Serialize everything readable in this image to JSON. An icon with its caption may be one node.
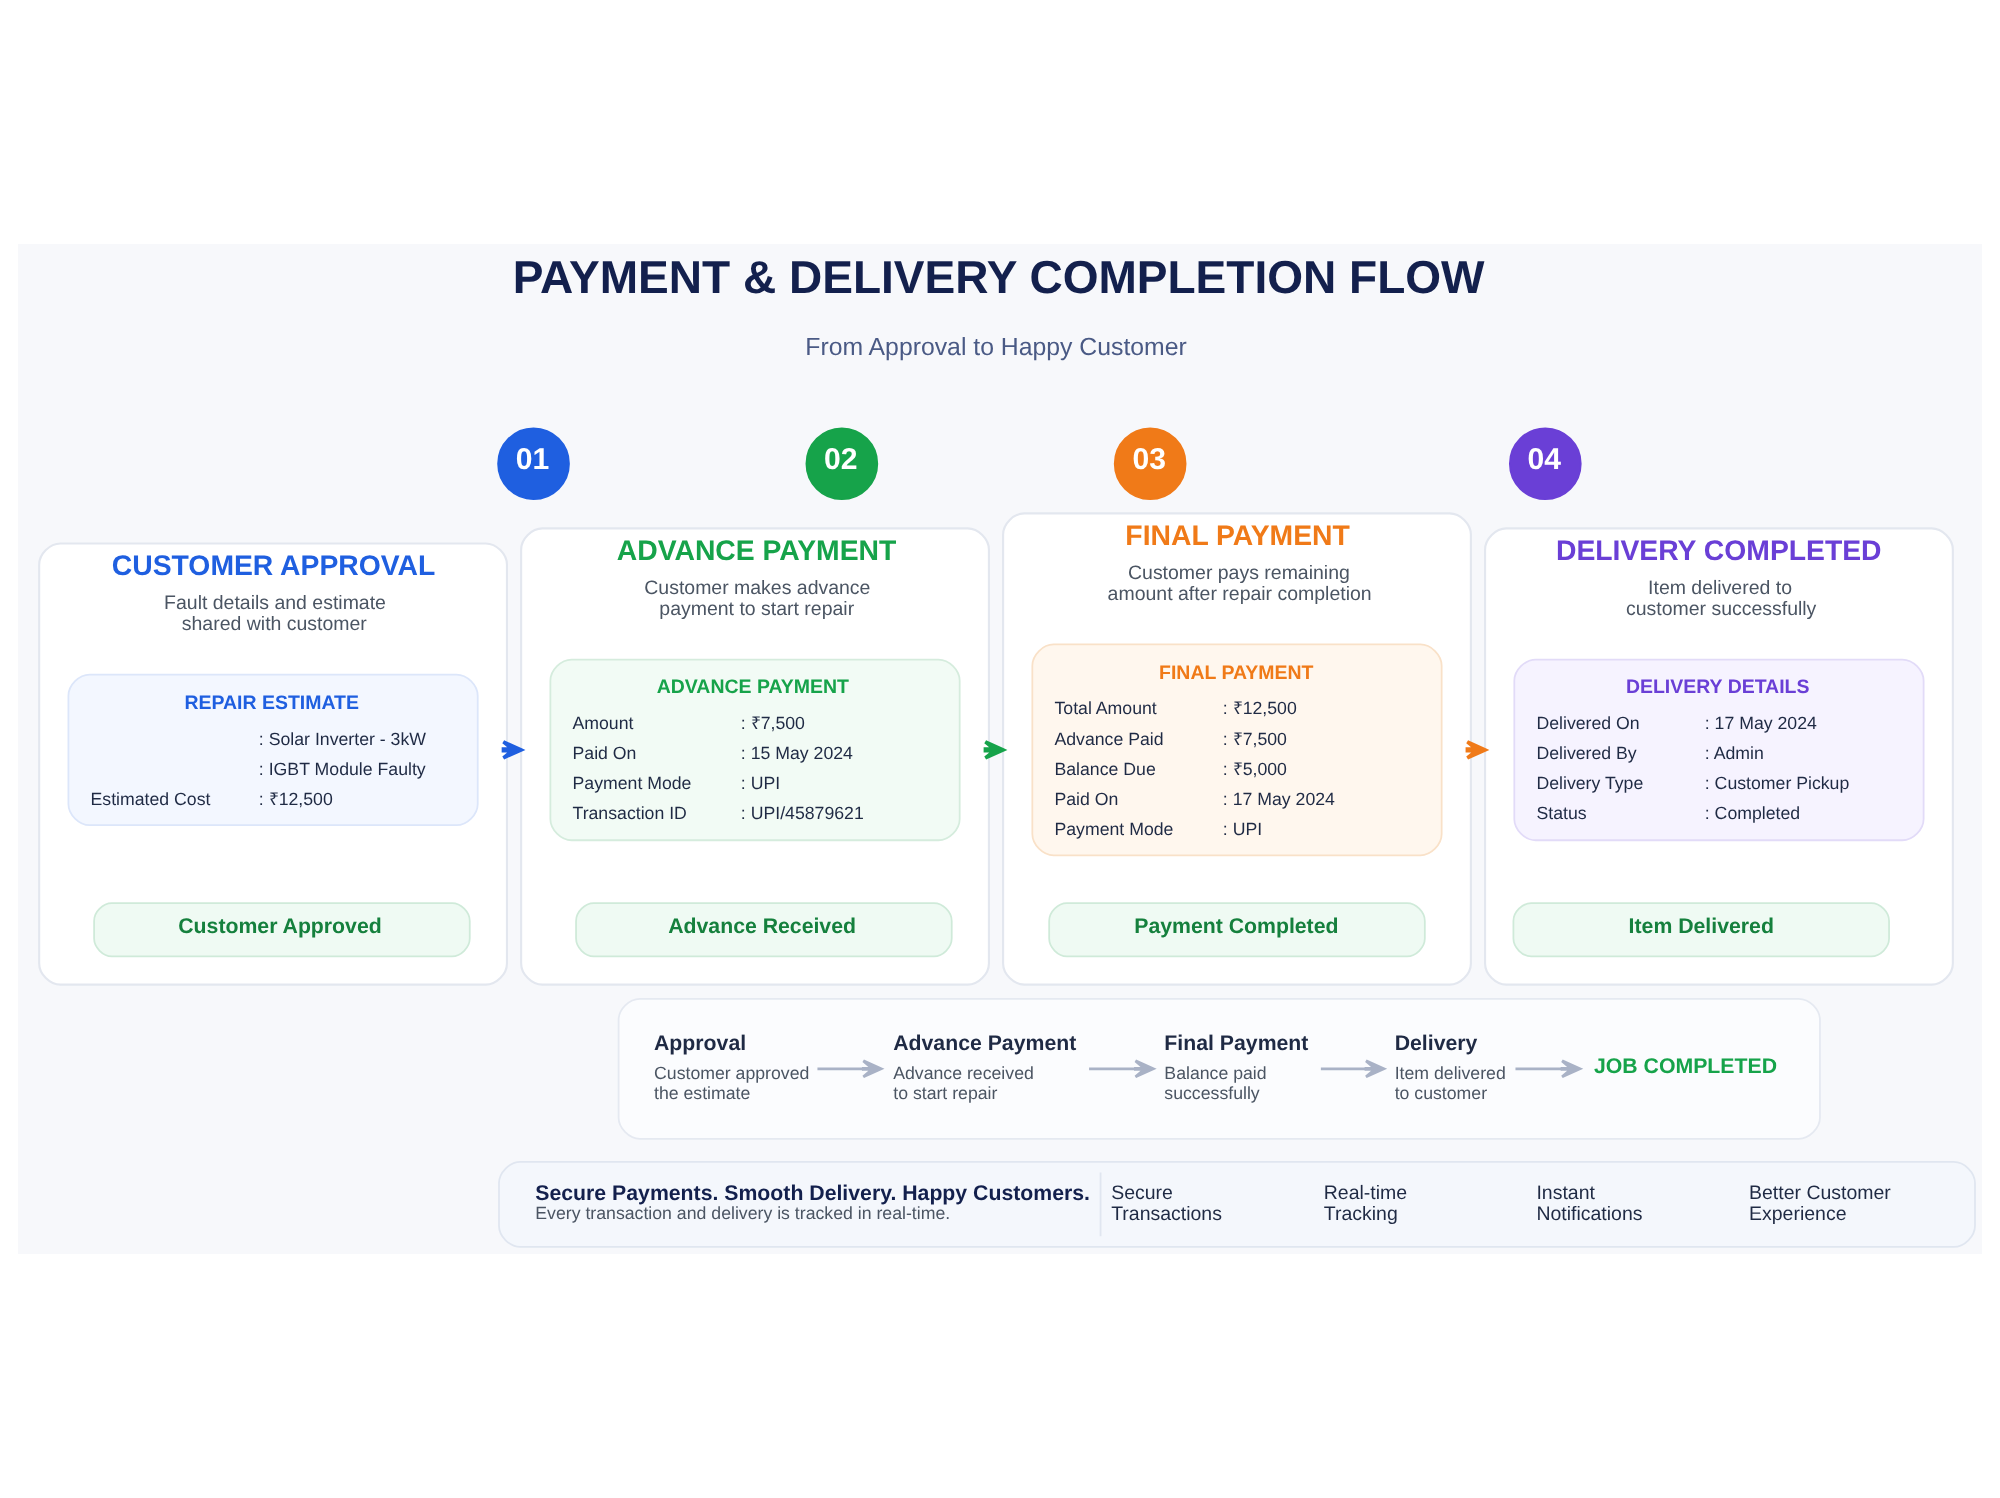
{
  "diagram": {
    "title": "PAYMENT & DELIVERY COMPLETION FLOW",
    "nodes": [
      {
        "text": [
          "01"
        ]
      },
      {
        "text": [
          "CUSTOMER APPROVAL",
          "Fault details and estimate shared with customer"
        ]
      },
      {
        "text": [
          "REPAIR ESTIMATE",
          ": Solar Inverter - 3kW",
          ": IGBT Module Faulty",
          "Estimated Cost",
          ": ₹12,500"
        ],
        "in": 1
      },
      {
        "text": [
          "Customer Approved"
        ],
        "in": 1
      },
      {
        "text": [
          "02"
        ]
      },
      {
        "text": [
          "ADVANCE PAYMENT",
          "Customer makes advance payment to start repair"
        ]
      },
      {
        "text": [
          "ADVANCE PAYMENT",
          "Amount",
          ": ₹7,500",
          "Paid On",
          ": 15 May 2024",
          "Payment Mode",
          ": UPI",
          "Transaction ID",
          ": UPI/45879621"
        ],
        "in": 5
      },
      {
        "text": [
          "Advance Received"
        ],
        "in": 5
      },
      {
        "text": [
          "03"
        ]
      },
      {
        "text": [
          "FINAL PAYMENT",
          "Customer pays remaining amount after repair completion"
        ]
      },
      {
        "text": [
          "FINAL PAYMENT",
          "Total Amount",
          ": ₹12,500",
          "Advance Paid",
          ": ₹7,500",
          "Balance Due",
          ": ₹5,000",
          "Paid On",
          ": 17 May 2024",
          "Payment Mode",
          ": UPI"
        ],
        "in": 9
      },
      {
        "text": [
          "Payment Completed"
        ],
        "in": 9
      },
      {
        "text": [
          "04"
        ]
      },
      {
        "text": [
          "DELIVERY COMPLETED",
          "Item delivered to customer successfully"
        ]
      },
      {
        "text": [
          "DELIVERY DETAILS",
          "Delivered On",
          ": 17 May 2024",
          "Delivered By",
          ": Admin",
          "Delivery Type",
          ": Customer Pickup",
          "Status",
          ": Completed"
        ],
        "in": 13
      },
      {
        "text": [
          "Item Delivered"
        ],
        "in": 13
      },
      {
        "text": [],
        "shape": "box"
      },
      {
        "text": [
          "Approval",
          "Customer approved the estimate"
        ],
        "in": 16
      },
      {
        "text": [
          "Advance Payment",
          "Advance received to start repair"
        ],
        "in": 16
      },
      {
        "text": [
          "Final Payment",
          "Balance paid successfully"
        ],
        "in": 16
      },
      {
        "text": [
          "Delivery",
          "Item delivered to customer"
        ],
        "in": 16
      },
      {
        "text": [
          "JOB COMPLETED"
        ],
        "in": 16
      },
      {
        "text": [
          "Secure Payments. Smooth Delivery. Happy Customers.",
          "Every transaction and delivery is tracked in real-time.",
          "Secure Transactions",
          "Real-time Tracking",
          "Instant Notifications",
          "Better Customer Experience"
        ]
      }
    ],
    "edges": [
      {
        "from": 1,
        "to": 5,
        "arrow": "to",
        "color": "#1f5fe0"
      },
      {
        "from": 5,
        "to": 9,
        "arrow": "to",
        "color": "#16a34a"
      },
      {
        "from": 9,
        "to": 13,
        "arrow": "to",
        "color": "#f07a18"
      },
      {
        "from": 17,
        "to": 18,
        "arrow": "to"
      },
      {
        "from": 18,
        "to": 19,
        "arrow": "to"
      },
      {
        "from": 19,
        "to": 20,
        "arrow": "to"
      },
      {
        "from": 20,
        "to": 21,
        "arrow": "to"
      }
    ],
    "labels": [
      "From Approval to Happy Customer"
    ]
  }
}
